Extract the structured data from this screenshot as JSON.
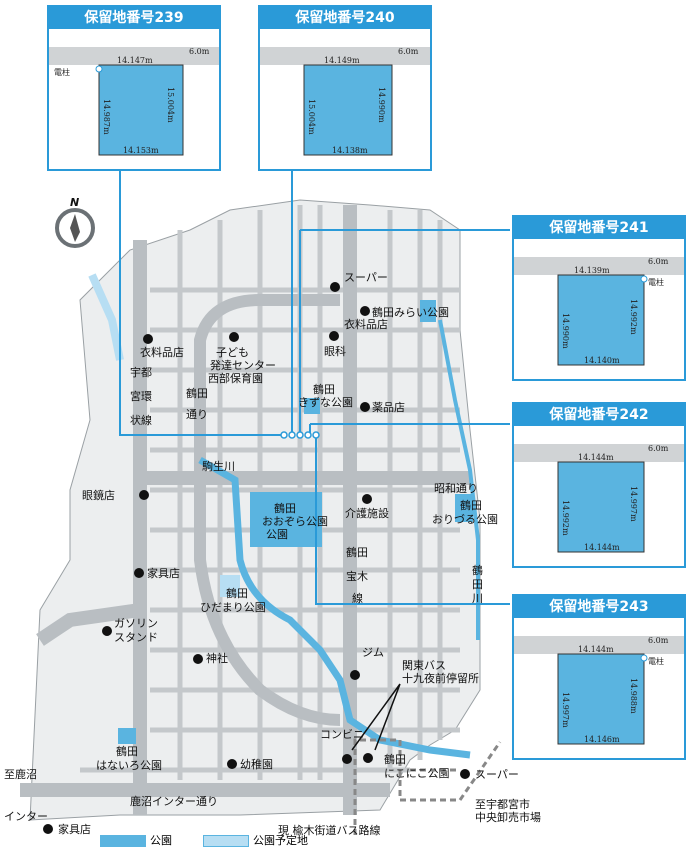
{
  "colors": {
    "road": "#c4c8cb",
    "park": "#5ab4e0",
    "planned_park": "#b7def3",
    "river": "#5ab4e0",
    "lot_frame": "#2a9ad8",
    "lot_fill": "#5ab4e0",
    "bus_route": "#888888"
  },
  "compass": {
    "letter": "N"
  },
  "lots": [
    {
      "title": "保留地番号239",
      "road_width": "6.0m",
      "top": "14.147m",
      "right": "15.004m",
      "left": "14.987m",
      "bottom": "14.153m",
      "pole": "電柱"
    },
    {
      "title": "保留地番号240",
      "road_width": "6.0m",
      "top": "14.149m",
      "right": "14.990m",
      "left": "15.004m",
      "bottom": "14.138m"
    },
    {
      "title": "保留地番号241",
      "road_width": "6.0m",
      "top": "14.139m",
      "right": "14.992m",
      "left": "14.990m",
      "bottom": "14.140m",
      "pole": "電柱"
    },
    {
      "title": "保留地番号242",
      "road_width": "6.0m",
      "top": "14.144m",
      "right": "14.997m",
      "left": "14.992m",
      "bottom": "14.144m"
    },
    {
      "title": "保留地番号243",
      "road_width": "6.0m",
      "top": "14.144m",
      "right": "14.988m",
      "left": "14.997m",
      "bottom": "14.146m",
      "pole": "電柱"
    }
  ],
  "places": {
    "super1": "スーパー",
    "clothing1": "衣料品店",
    "mirai_park": "鶴田みらい公園",
    "clothing2": "衣料品店",
    "child_center": [
      "子ども",
      "発達センター",
      "西部保育園"
    ],
    "eye": "眼科",
    "kizuna_park": [
      "鶴田",
      "きずな公園"
    ],
    "drugstore": "薬品店",
    "glasses": "眼鏡店",
    "ozora_park": [
      "鶴田",
      "おおぞら公園"
    ],
    "care": "介護施設",
    "origuru_park": [
      "鶴田",
      "おりづる公園"
    ],
    "furniture1": "家具店",
    "gas": [
      "ガソリン",
      "スタンド"
    ],
    "hidamari_park": [
      "鶴田",
      "ひだまり公園"
    ],
    "shrine": "神社",
    "gym": "ジム",
    "bus_stop": [
      "関東バス",
      "十九夜前停留所"
    ],
    "convenience": "コンビニ",
    "haniiro_park": [
      "鶴田",
      "はないろ公園"
    ],
    "kindergarten": "幼稚園",
    "nikoniko_park": [
      "鶴田",
      "にこにこ公園"
    ],
    "super2": "スーパー",
    "furniture2": "家具店",
    "market": [
      "至宇都宮市",
      "中央卸売市場"
    ]
  },
  "roads": {
    "loop": [
      "宇都",
      "宮環",
      "状線"
    ],
    "tsuruta_dori": [
      "鶴田",
      "通り"
    ],
    "komagyu": "駒生川",
    "showa": "昭和通り",
    "hotaki": [
      "鶴田",
      "宝木",
      "線"
    ],
    "tsuruta_river": [
      "鶴",
      "田",
      "川"
    ],
    "kanuma_inter": "鹿沼インター通り",
    "to_kanuma": [
      "至鹿沼",
      "インター"
    ],
    "bus_route_lines": [
      "現 楡木街道バス路線"
    ]
  },
  "legend": {
    "park": "公園",
    "planned": "公園予定地"
  }
}
